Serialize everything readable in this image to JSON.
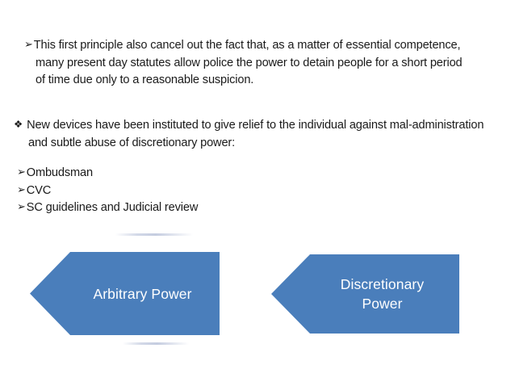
{
  "slide": {
    "background_color": "#ffffff",
    "text_color": "#1a1a1a"
  },
  "bullets": {
    "arrow_glyph": "➢",
    "diamond_glyph": "❖"
  },
  "paragraph_1": {
    "lines": [
      "This first principle also cancel out the fact that, as a matter of essential competence,",
      "many present day statutes allow police the power to detain people for a short period",
      "of time due only to a reasonable suspicion."
    ]
  },
  "paragraph_2": {
    "lines": [
      "New devices have been instituted to give relief to the individual against mal-administration",
      "and subtle abuse of discretionary power:"
    ]
  },
  "list": {
    "items": [
      "Ombudsman",
      "CVC",
      "SC guidelines and Judicial review"
    ]
  },
  "shapes": {
    "fill_color": "#4a7ebb",
    "label_color": "#ffffff",
    "items": [
      {
        "name": "arbitrary-power",
        "label": "Arbitrary Power",
        "direction": "left-pointing-pentagon"
      },
      {
        "name": "discretionary-power",
        "label_line_1": "Discretionary",
        "label_line_2": "Power",
        "direction": "left-pointing-pentagon"
      }
    ]
  }
}
